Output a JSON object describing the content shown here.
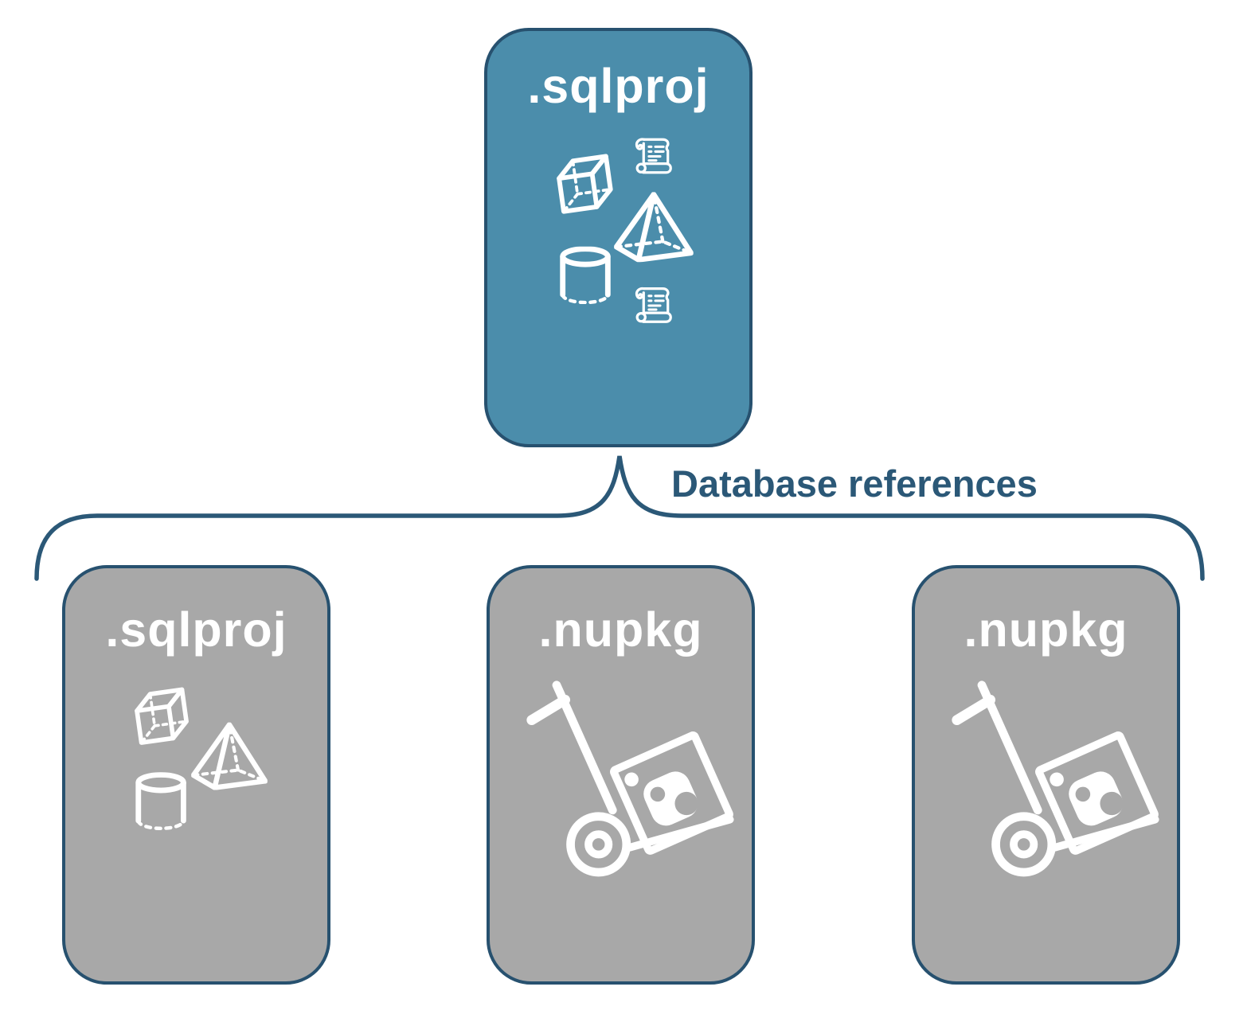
{
  "diagram": {
    "colors": {
      "primary_box_fill": "#4B8DAB",
      "secondary_box_fill": "#A8A8A8",
      "box_border": "#27516F",
      "connector_line": "#2B5877",
      "label_text": "#2B5877",
      "box_title_text": "#FFFFFF",
      "icon_stroke": "#FFFFFF"
    },
    "root_box": {
      "title": ".sqlproj",
      "icons": [
        "script-scroll-icon",
        "cube-icon",
        "pyramid-icon",
        "cylinder-icon",
        "script-scroll-icon"
      ]
    },
    "connector_label": "Database references",
    "child_boxes": [
      {
        "title": ".sqlproj",
        "icons": [
          "cube-icon",
          "pyramid-icon",
          "cylinder-icon"
        ]
      },
      {
        "title": ".nupkg",
        "icons": [
          "hand-truck-nuget-package-icon"
        ]
      },
      {
        "title": ".nupkg",
        "icons": [
          "hand-truck-nuget-package-icon"
        ]
      }
    ]
  }
}
